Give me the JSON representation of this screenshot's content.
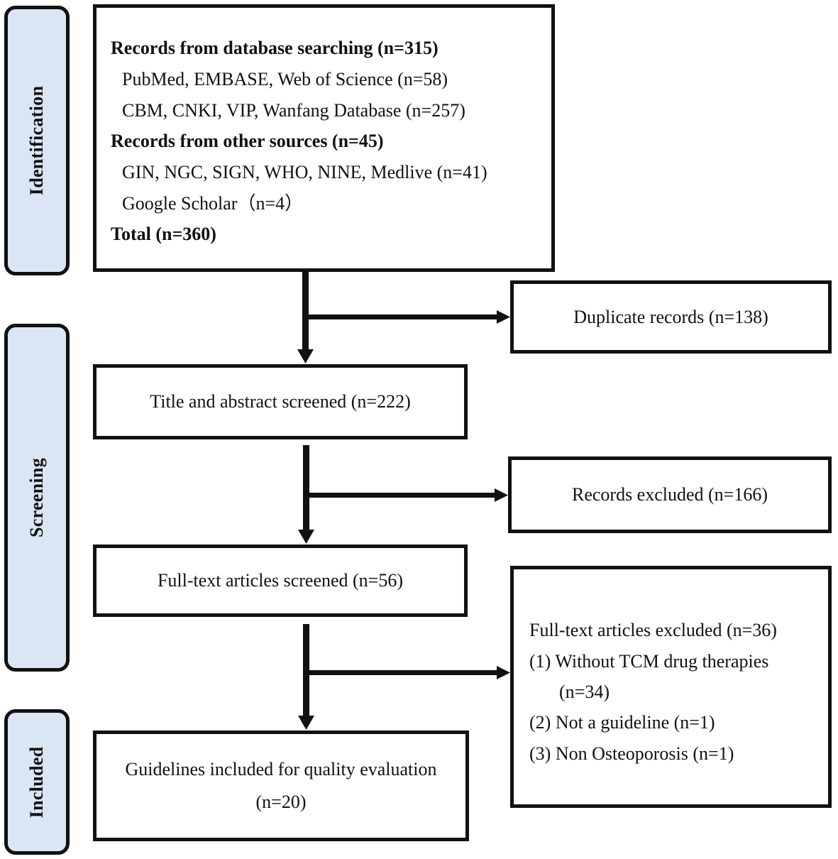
{
  "phases": {
    "identification": "Identification",
    "screening": "Screening",
    "included": "Included"
  },
  "identification_box": {
    "db_heading": "Records from database searching (n=315)",
    "db_line1": "PubMed, EMBASE, Web of Science (n=58)",
    "db_line2": "CBM, CNKI, VIP, Wanfang Database (n=257)",
    "other_heading": "Records from other sources (n=45)",
    "other_line1": "GIN, NGC, SIGN, WHO, NINE, Medlive (n=41)",
    "other_line2": "Google Scholar（n=4）",
    "total": "Total (n=360)"
  },
  "duplicates": "Duplicate records (n=138)",
  "title_abstract": "Title and abstract screened (n=222)",
  "records_excluded": "Records excluded (n=166)",
  "fulltext_screened": "Full-text articles screened (n=56)",
  "fulltext_excluded": {
    "heading": "Full-text articles excluded (n=36)",
    "reason1": "(1) Without TCM drug therapies",
    "reason1_count": "(n=34)",
    "reason2": "(2) Not a guideline (n=1)",
    "reason3": "(3) Non Osteoporosis (n=1)"
  },
  "included": {
    "line1": "Guidelines included for quality evaluation",
    "line2": "(n=20)"
  }
}
